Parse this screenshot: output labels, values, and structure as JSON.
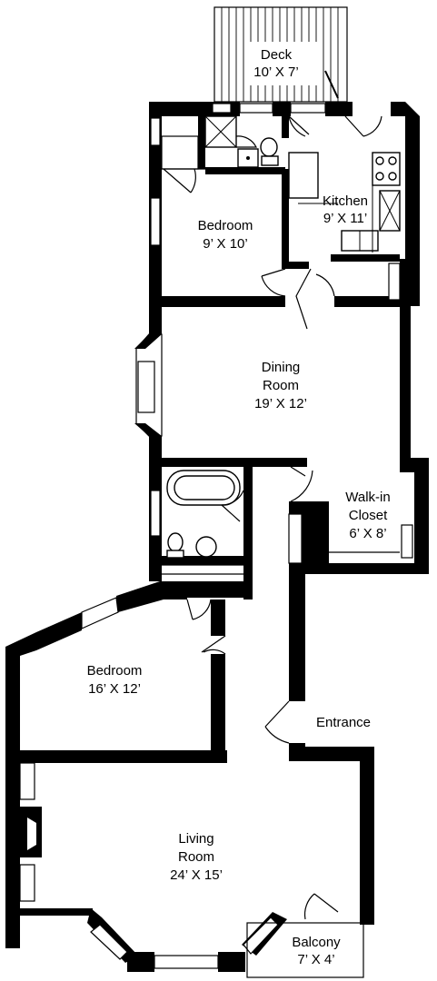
{
  "rooms": {
    "deck": {
      "name": "Deck",
      "dims": "10’ X 7’"
    },
    "kitchen": {
      "name": "Kitchen",
      "dims": "9’ X 11’"
    },
    "bedroom1": {
      "name": "Bedroom",
      "dims": "9’ X 10’"
    },
    "dining": {
      "name1": "Dining",
      "name2": "Room",
      "dims": "19’ X 12’"
    },
    "closet": {
      "name1": "Walk-in",
      "name2": "Closet",
      "dims": "6’ X 8’"
    },
    "bedroom2": {
      "name": "Bedroom",
      "dims": "16’ X 12’"
    },
    "entrance": {
      "name": "Entrance"
    },
    "living": {
      "name1": "Living",
      "name2": "Room",
      "dims": "24’ X 15’"
    },
    "balcony": {
      "name": "Balcony",
      "dims": "7’ X 4’"
    }
  }
}
